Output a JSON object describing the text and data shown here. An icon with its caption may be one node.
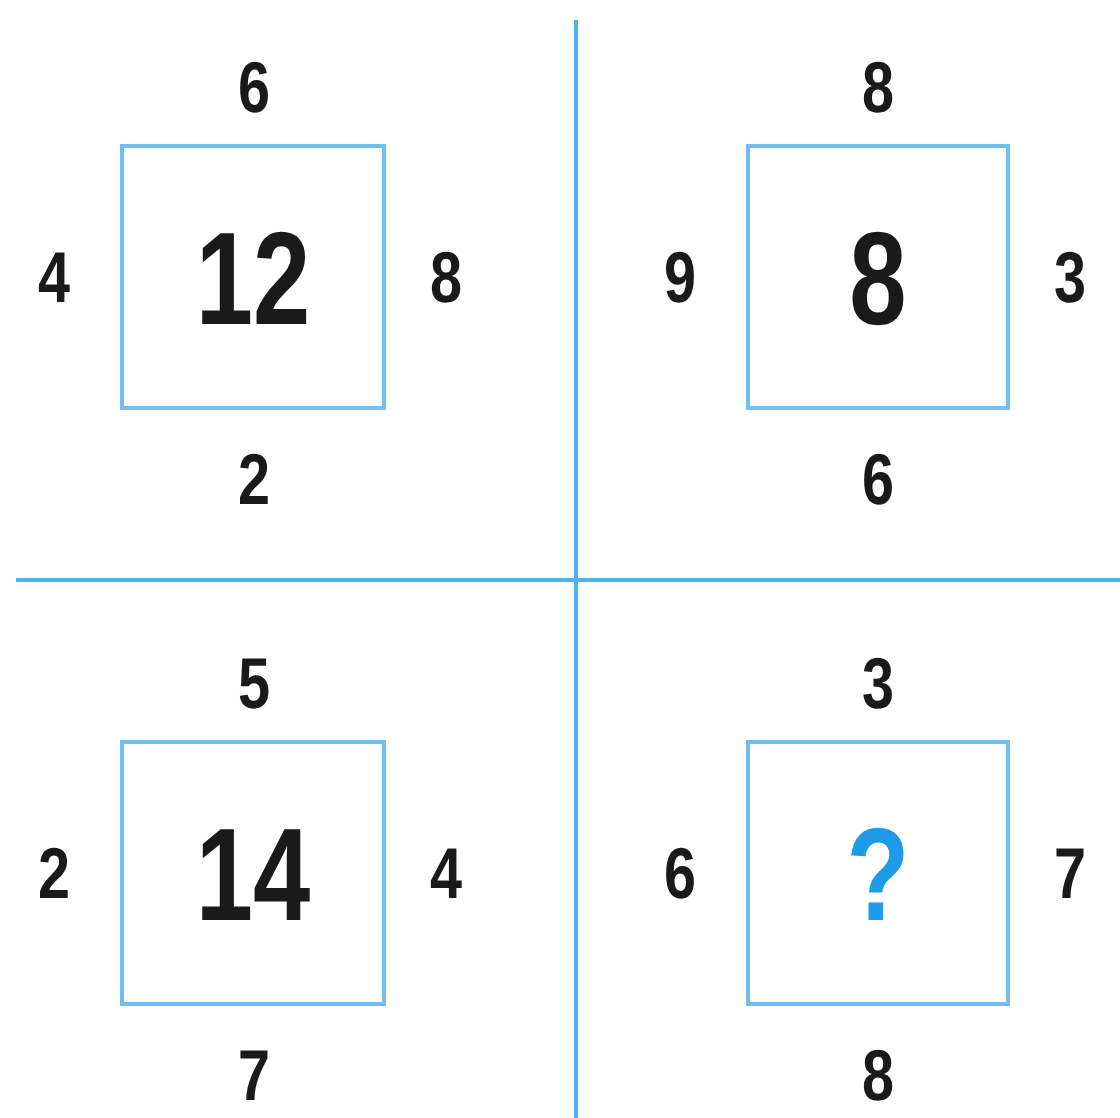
{
  "diagram": {
    "nodes": [
      {
        "text": [
          "12"
        ],
        "beside": [
          "6",
          "4",
          "8",
          "2"
        ]
      },
      {
        "text": [
          "8"
        ],
        "beside": [
          "8",
          "9",
          "3",
          "6"
        ]
      },
      {
        "text": [
          "14"
        ],
        "beside": [
          "5",
          "2",
          "4",
          "7"
        ]
      },
      {
        "text": [
          "?"
        ],
        "beside": [
          "3",
          "6",
          "7",
          "8"
        ]
      }
    ]
  }
}
